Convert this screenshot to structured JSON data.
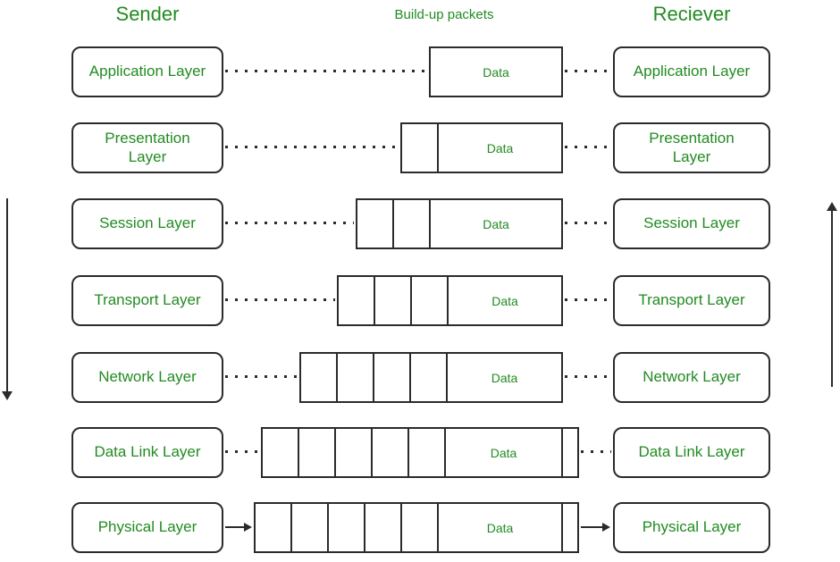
{
  "titles": {
    "sender": "Sender",
    "packets": "Build-up packets",
    "receiver": "Reciever"
  },
  "colors": {
    "text_green": "#228B22",
    "line_dark": "#2b2b2b"
  },
  "flow": {
    "sender_direction": "down",
    "receiver_direction": "up"
  },
  "rows": [
    {
      "layer": "Application Layer",
      "data_label": "Data",
      "headers": 0,
      "trailer": false,
      "link": "dotted"
    },
    {
      "layer": "Presentation\nLayer",
      "data_label": "Data",
      "headers": 1,
      "trailer": false,
      "link": "dotted"
    },
    {
      "layer": "Session Layer",
      "data_label": "Data",
      "headers": 2,
      "trailer": false,
      "link": "dotted"
    },
    {
      "layer": "Transport Layer",
      "data_label": "Data",
      "headers": 3,
      "trailer": false,
      "link": "dotted"
    },
    {
      "layer": "Network Layer",
      "data_label": "Data",
      "headers": 4,
      "trailer": false,
      "link": "dotted"
    },
    {
      "layer": "Data Link Layer",
      "data_label": "Data",
      "headers": 5,
      "trailer": true,
      "link": "dotted"
    },
    {
      "layer": "Physical Layer",
      "data_label": "Data",
      "headers": 5,
      "trailer": true,
      "link": "arrow"
    }
  ]
}
